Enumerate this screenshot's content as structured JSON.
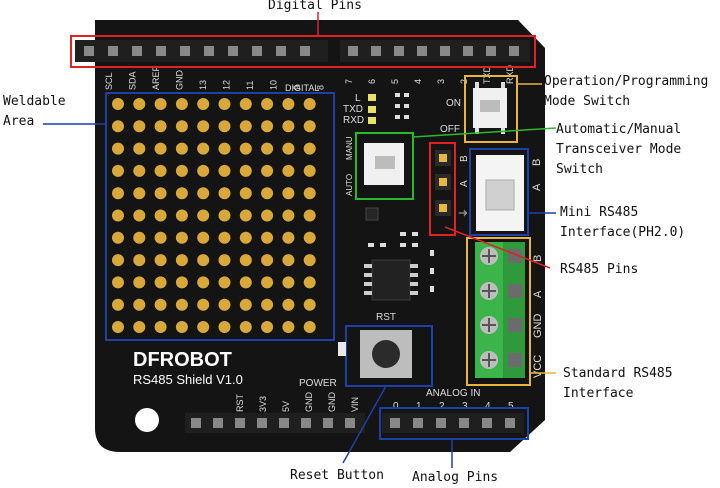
{
  "board": {
    "brand": "DFROBOT",
    "model": "RS485 Shield V1.0",
    "digital_header_labels": [
      "SCL",
      "SDA",
      "AREF",
      "GND",
      "13",
      "12",
      "11",
      "10",
      "9",
      "8"
    ],
    "digital_header_labels_right": [
      "7",
      "6",
      "5",
      "4",
      "3",
      "2",
      "TXD",
      "RXD"
    ],
    "digital_label": "DIGITAL",
    "leds": [
      "L",
      "TXD",
      "RXD"
    ],
    "switch_on": "ON",
    "switch_off": "OFF",
    "manu": "MANU",
    "auto": "AUTO",
    "pin_b": "B",
    "pin_a": "A",
    "rst": "RST",
    "power": "POWER",
    "power_labels": [
      "RST",
      "3V3",
      "5V",
      "GND",
      "GND",
      "VIN"
    ],
    "analog_in": "ANALOG IN",
    "analog_labels": [
      "0",
      "1",
      "2",
      "3",
      "4",
      "5"
    ],
    "terminal_labels": [
      "B",
      "A",
      "GND",
      "VCC"
    ],
    "mini_labels": [
      "B",
      "A",
      "⏚"
    ]
  },
  "callouts": {
    "digital_pins": "Digital Pins",
    "weldable_area": [
      "Weldable",
      "Area"
    ],
    "op_mode_switch": [
      "Operation/Programming",
      "Mode Switch"
    ],
    "auto_manual": [
      "Automatic/Manual",
      "Transceiver Mode",
      "Switch"
    ],
    "mini_rs485": [
      "Mini RS485",
      "Interface(PH2.0)"
    ],
    "rs485_pins": "RS485 Pins",
    "standard_rs485": [
      "Standard RS485",
      "Interface"
    ],
    "reset_button": "Reset Button",
    "analog_pins": "Analog Pins"
  },
  "colors": {
    "board": "#141414",
    "pad": "#d9a83a",
    "red_box": "#e02222",
    "blue_box": "#1f3fa8",
    "green_box": "#2bb82b",
    "yellow_box": "#e9b43a",
    "terminal": "#3bb54a"
  }
}
